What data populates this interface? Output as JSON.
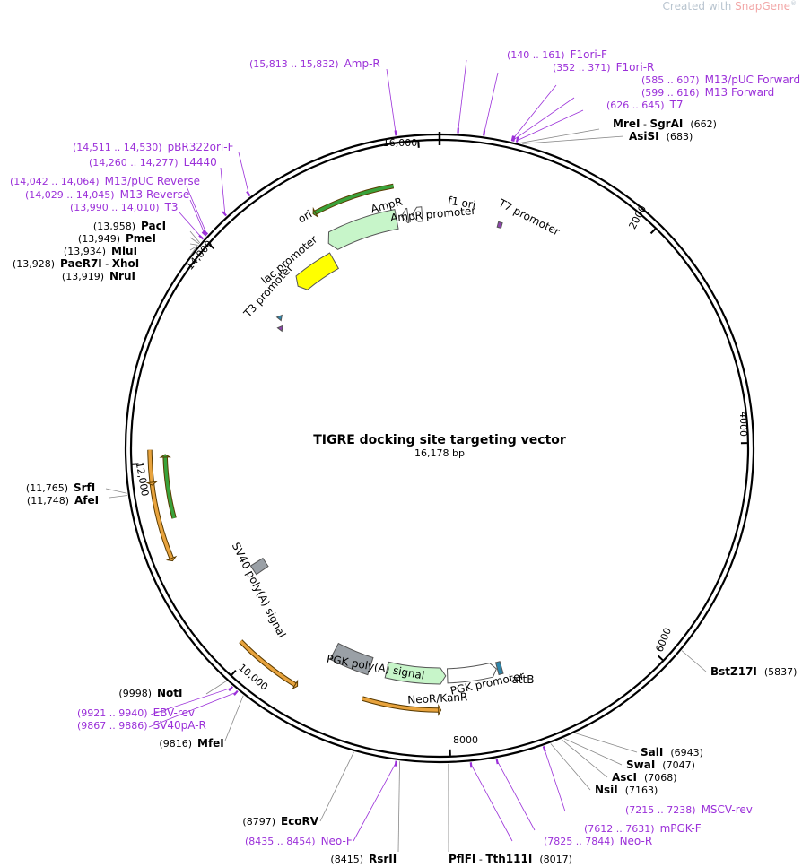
{
  "watermark": {
    "prefix": "Created with ",
    "brand": "SnapGene",
    "mark": "®"
  },
  "plasmid": {
    "name": "TIGRE docking site targeting vector",
    "size_label": "16,178 bp",
    "length": 16178
  },
  "ticks": [
    {
      "label": "2000",
      "bp": 2000
    },
    {
      "label": "4000",
      "bp": 4000
    },
    {
      "label": "6000",
      "bp": 6000
    },
    {
      "label": "8000",
      "bp": 8000
    },
    {
      "label": "10,000",
      "bp": 10000
    },
    {
      "label": "12,000",
      "bp": 12000
    },
    {
      "label": "14,000",
      "bp": 14000
    },
    {
      "label": "16,000",
      "bp": 16000
    }
  ],
  "features": [
    {
      "name": "AmpR",
      "start": 14900,
      "end": 15700,
      "strand": -1,
      "color": "#c7f5c9"
    },
    {
      "name": "f1 ori",
      "start": 15875,
      "end": 15985,
      "strand": -1,
      "color": "#ffffff"
    },
    {
      "name": "AmpR promoter",
      "start": 15760,
      "end": 15830,
      "strand": -1,
      "color": "#ffffff"
    },
    {
      "name": "ori",
      "start": 14330,
      "end": 14860,
      "strand": -1,
      "color": "#ffff00"
    },
    {
      "name": "T7 promoter",
      "start": 655,
      "end": 700,
      "strand": 1,
      "color": "#8e44ad"
    },
    {
      "name": "lac promoter",
      "start": 13880,
      "end": 13940,
      "strand": 1,
      "color": "#2e86ab"
    },
    {
      "name": "T3 promoter",
      "start": 13780,
      "end": 13840,
      "strand": 1,
      "color": "#8e44ad"
    },
    {
      "name": "SV40 poly(A) signal",
      "start": 10580,
      "end": 10700,
      "strand": 0,
      "color": "#9aa0a6"
    },
    {
      "name": "PGK poly(A) signal",
      "start": 8880,
      "end": 9320,
      "strand": 0,
      "color": "#9aa0a6"
    },
    {
      "name": "NeoR/KanR",
      "start": 8020,
      "end": 8690,
      "strand": -1,
      "color": "#c7f5c9"
    },
    {
      "name": "PGK promoter",
      "start": 7440,
      "end": 8000,
      "strand": -1,
      "color": "#ffffff"
    },
    {
      "name": "attB",
      "start": 7380,
      "end": 7430,
      "strand": 0,
      "color": "#2e86ab"
    }
  ],
  "orfs": [
    {
      "start": 14930,
      "end": 15730,
      "strand": -1,
      "color": "#39a23a",
      "radius": 297
    },
    {
      "start": 11470,
      "end": 12050,
      "strand": 1,
      "color": "#39a23a",
      "radius": 306
    },
    {
      "start": 11130,
      "end": 11830,
      "strand": -1,
      "color": "#e8a33d",
      "radius": 323
    },
    {
      "start": 11830,
      "end": 12120,
      "strand": -1,
      "color": "#e8a33d",
      "radius": 323
    },
    {
      "start": 9500,
      "end": 10150,
      "strand": -1,
      "color": "#e8a33d",
      "radius": 309
    },
    {
      "start": 8100,
      "end": 8860,
      "strand": -1,
      "color": "#e8a33d",
      "radius": 292
    }
  ],
  "primers": [
    {
      "name": "Amp-R",
      "pos": "(15,813 .. 15,832)",
      "bp": 15822
    },
    {
      "name": "F1ori-F",
      "pos": "(140 .. 161)",
      "bp": 150
    },
    {
      "name": "F1ori-R",
      "pos": "(352 .. 371)",
      "bp": 361
    },
    {
      "name": "M13/pUC Forward",
      "pos": "(585 .. 607)",
      "bp": 596
    },
    {
      "name": "M13 Forward",
      "pos": "(599 .. 616)",
      "bp": 607
    },
    {
      "name": "T7",
      "pos": "(626 .. 645)",
      "bp": 635
    },
    {
      "name": "pBR322ori-F",
      "pos": "(14,511 .. 14,530)",
      "bp": 14520
    },
    {
      "name": "L4440",
      "pos": "(14,260 .. 14,277)",
      "bp": 14268
    },
    {
      "name": "M13/pUC Reverse",
      "pos": "(14,042 .. 14,064)",
      "bp": 14053
    },
    {
      "name": "M13 Reverse",
      "pos": "(14,029 .. 14,045)",
      "bp": 14037
    },
    {
      "name": "T3",
      "pos": "(13,990 .. 14,010)",
      "bp": 14000
    },
    {
      "name": "EBV-rev",
      "pos": "(9921 .. 9940)",
      "bp": 9930
    },
    {
      "name": "SV40pA-R",
      "pos": "(9867 .. 9886)",
      "bp": 9876
    },
    {
      "name": "Neo-F",
      "pos": "(8435 .. 8454)",
      "bp": 8444
    },
    {
      "name": "Neo-R",
      "pos": "(7825 .. 7844)",
      "bp": 7834
    },
    {
      "name": "mPGK-F",
      "pos": "(7612 .. 7631)",
      "bp": 7621
    },
    {
      "name": "MSCV-rev",
      "pos": "(7215 .. 7238)",
      "bp": 7226
    }
  ],
  "sites": [
    {
      "name": "MreI",
      "name2": "SgrAI",
      "pos": "(662)",
      "bp": 662
    },
    {
      "name": "AsiSI",
      "pos": "(683)",
      "bp": 683
    },
    {
      "name": "BstZ17I",
      "pos": "(5837)",
      "bp": 5837
    },
    {
      "name": "SalI",
      "pos": "(6943)",
      "bp": 6943
    },
    {
      "name": "SwaI",
      "pos": "(7047)",
      "bp": 7047
    },
    {
      "name": "AscI",
      "pos": "(7068)",
      "bp": 7068
    },
    {
      "name": "NsiI",
      "pos": "(7163)",
      "bp": 7163
    },
    {
      "name": "PflFI",
      "name2": "Tth111I",
      "pos": "(8017)",
      "bp": 8017
    },
    {
      "name": "RsrII",
      "pos": "(8415)",
      "bp": 8415
    },
    {
      "name": "EcoRV",
      "pos": "(8797)",
      "bp": 8797
    },
    {
      "name": "MfeI",
      "pos": "(9816)",
      "bp": 9816
    },
    {
      "name": "NotI",
      "pos": "(9998)",
      "bp": 9998
    },
    {
      "name": "SrfI",
      "pos": "(11,765)",
      "bp": 11765
    },
    {
      "name": "AfeI",
      "pos": "(11,748)",
      "bp": 11748
    },
    {
      "name": "PacI",
      "pos": "(13,958)",
      "bp": 13958
    },
    {
      "name": "PmeI",
      "pos": "(13,949)",
      "bp": 13949
    },
    {
      "name": "MluI",
      "pos": "(13,934)",
      "bp": 13934
    },
    {
      "name": "PaeR7I",
      "name2": "XhoI",
      "pos": "(13,928)",
      "bp": 13928
    },
    {
      "name": "NruI",
      "pos": "(13,919)",
      "bp": 13919
    }
  ]
}
